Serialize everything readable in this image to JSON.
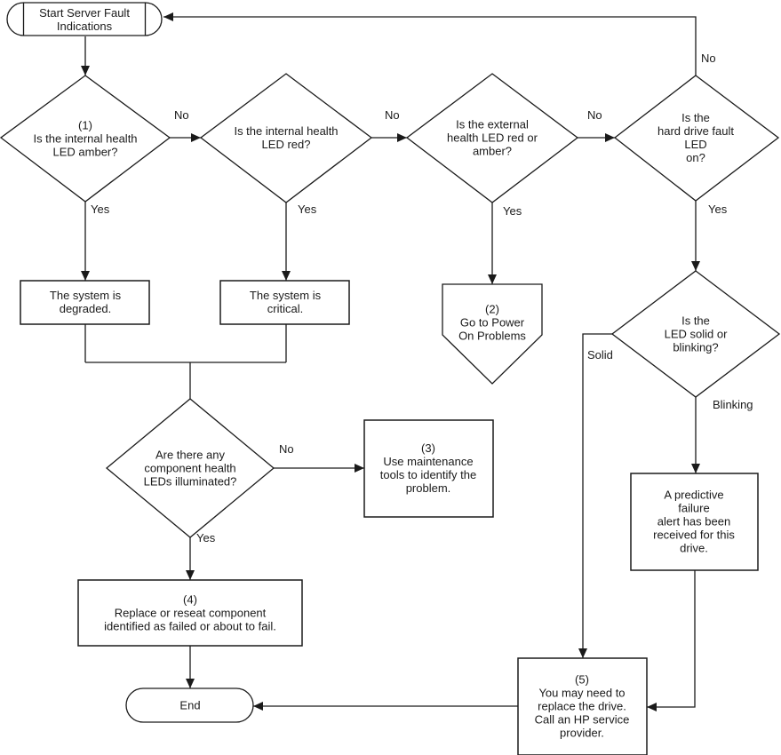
{
  "diagram": {
    "title": "Server fault indications flowchart",
    "nodes": {
      "start": "Start Server Fault\nIndications",
      "internal_amber": "(1)\nIs the internal health\nLED amber?",
      "internal_red": "Is the internal health\nLED red?",
      "external_red_amber": "Is the external\nhealth LED red or\namber?",
      "hard_drive_fault": "Is the\nhard drive fault LED\non?",
      "system_degraded": "The system is\ndegraded.",
      "system_critical": "The system is\ncritical.",
      "goto_power_on": "(2)\nGo to Power\nOn Problems",
      "solid_or_blinking": "Is the\nLED solid or\nblinking?",
      "component_leds": "Are there any\ncomponent health\nLEDs illuminated?",
      "maintenance_tools": "(3)\nUse maintenance\ntools to identify the\nproblem.",
      "predictive_failure": "A predictive failure\nalert has been\nreceived for this\ndrive.",
      "replace_reseat": "(4)\nReplace or reseat component\nidentified as failed or about to fail.",
      "replace_drive": "(5)\nYou may need to\nreplace the drive.\nCall an HP service\nprovider.",
      "end": "End"
    },
    "edge_labels": {
      "no": "No",
      "yes": "Yes",
      "solid": "Solid",
      "blinking": "Blinking"
    },
    "colors": {
      "line": "#1a1a1a",
      "fill": "#ffffff",
      "text": "#1a1a1a"
    }
  }
}
